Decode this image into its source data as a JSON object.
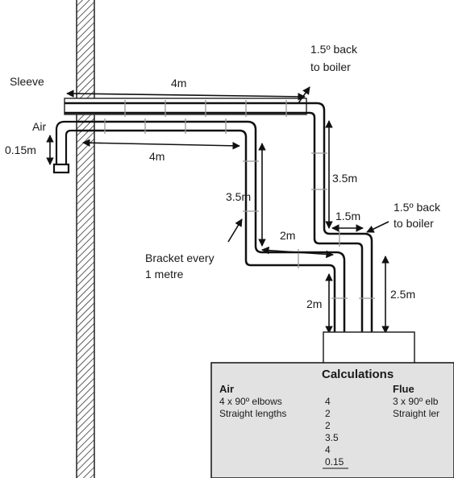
{
  "labels": {
    "sleeve": "Sleeve",
    "air": "Air",
    "air_terminal_height": "0.15m",
    "top_run_length": "4m",
    "lower_run_length": "4m",
    "flue_fall_top": "1.5º back",
    "flue_fall_top_2": "to boiler",
    "flue_fall_mid": "1.5º back",
    "flue_fall_mid_2": "to boiler",
    "flue_drop_1": "3.5m",
    "air_drop_1": "3.5m",
    "flue_offset": "1.5m",
    "air_offset": "2m",
    "bracket_note_1": "Bracket every",
    "bracket_note_2": "1 metre",
    "air_drop_2": "2m",
    "flue_drop_2": "2.5m"
  },
  "calculations": {
    "title": "Calculations",
    "air_heading": "Air",
    "air_rows": [
      {
        "label": "4 x 90º elbows",
        "value": "4"
      },
      {
        "label": "Straight lengths",
        "value": "2"
      },
      {
        "label": "",
        "value": "2"
      },
      {
        "label": "",
        "value": "3.5"
      },
      {
        "label": "",
        "value": "4"
      },
      {
        "label": "",
        "value": "0.15"
      }
    ],
    "flue_heading": "Flue",
    "flue_rows": [
      {
        "label": "3 x 90º elb"
      },
      {
        "label": "Straight ler"
      }
    ]
  }
}
